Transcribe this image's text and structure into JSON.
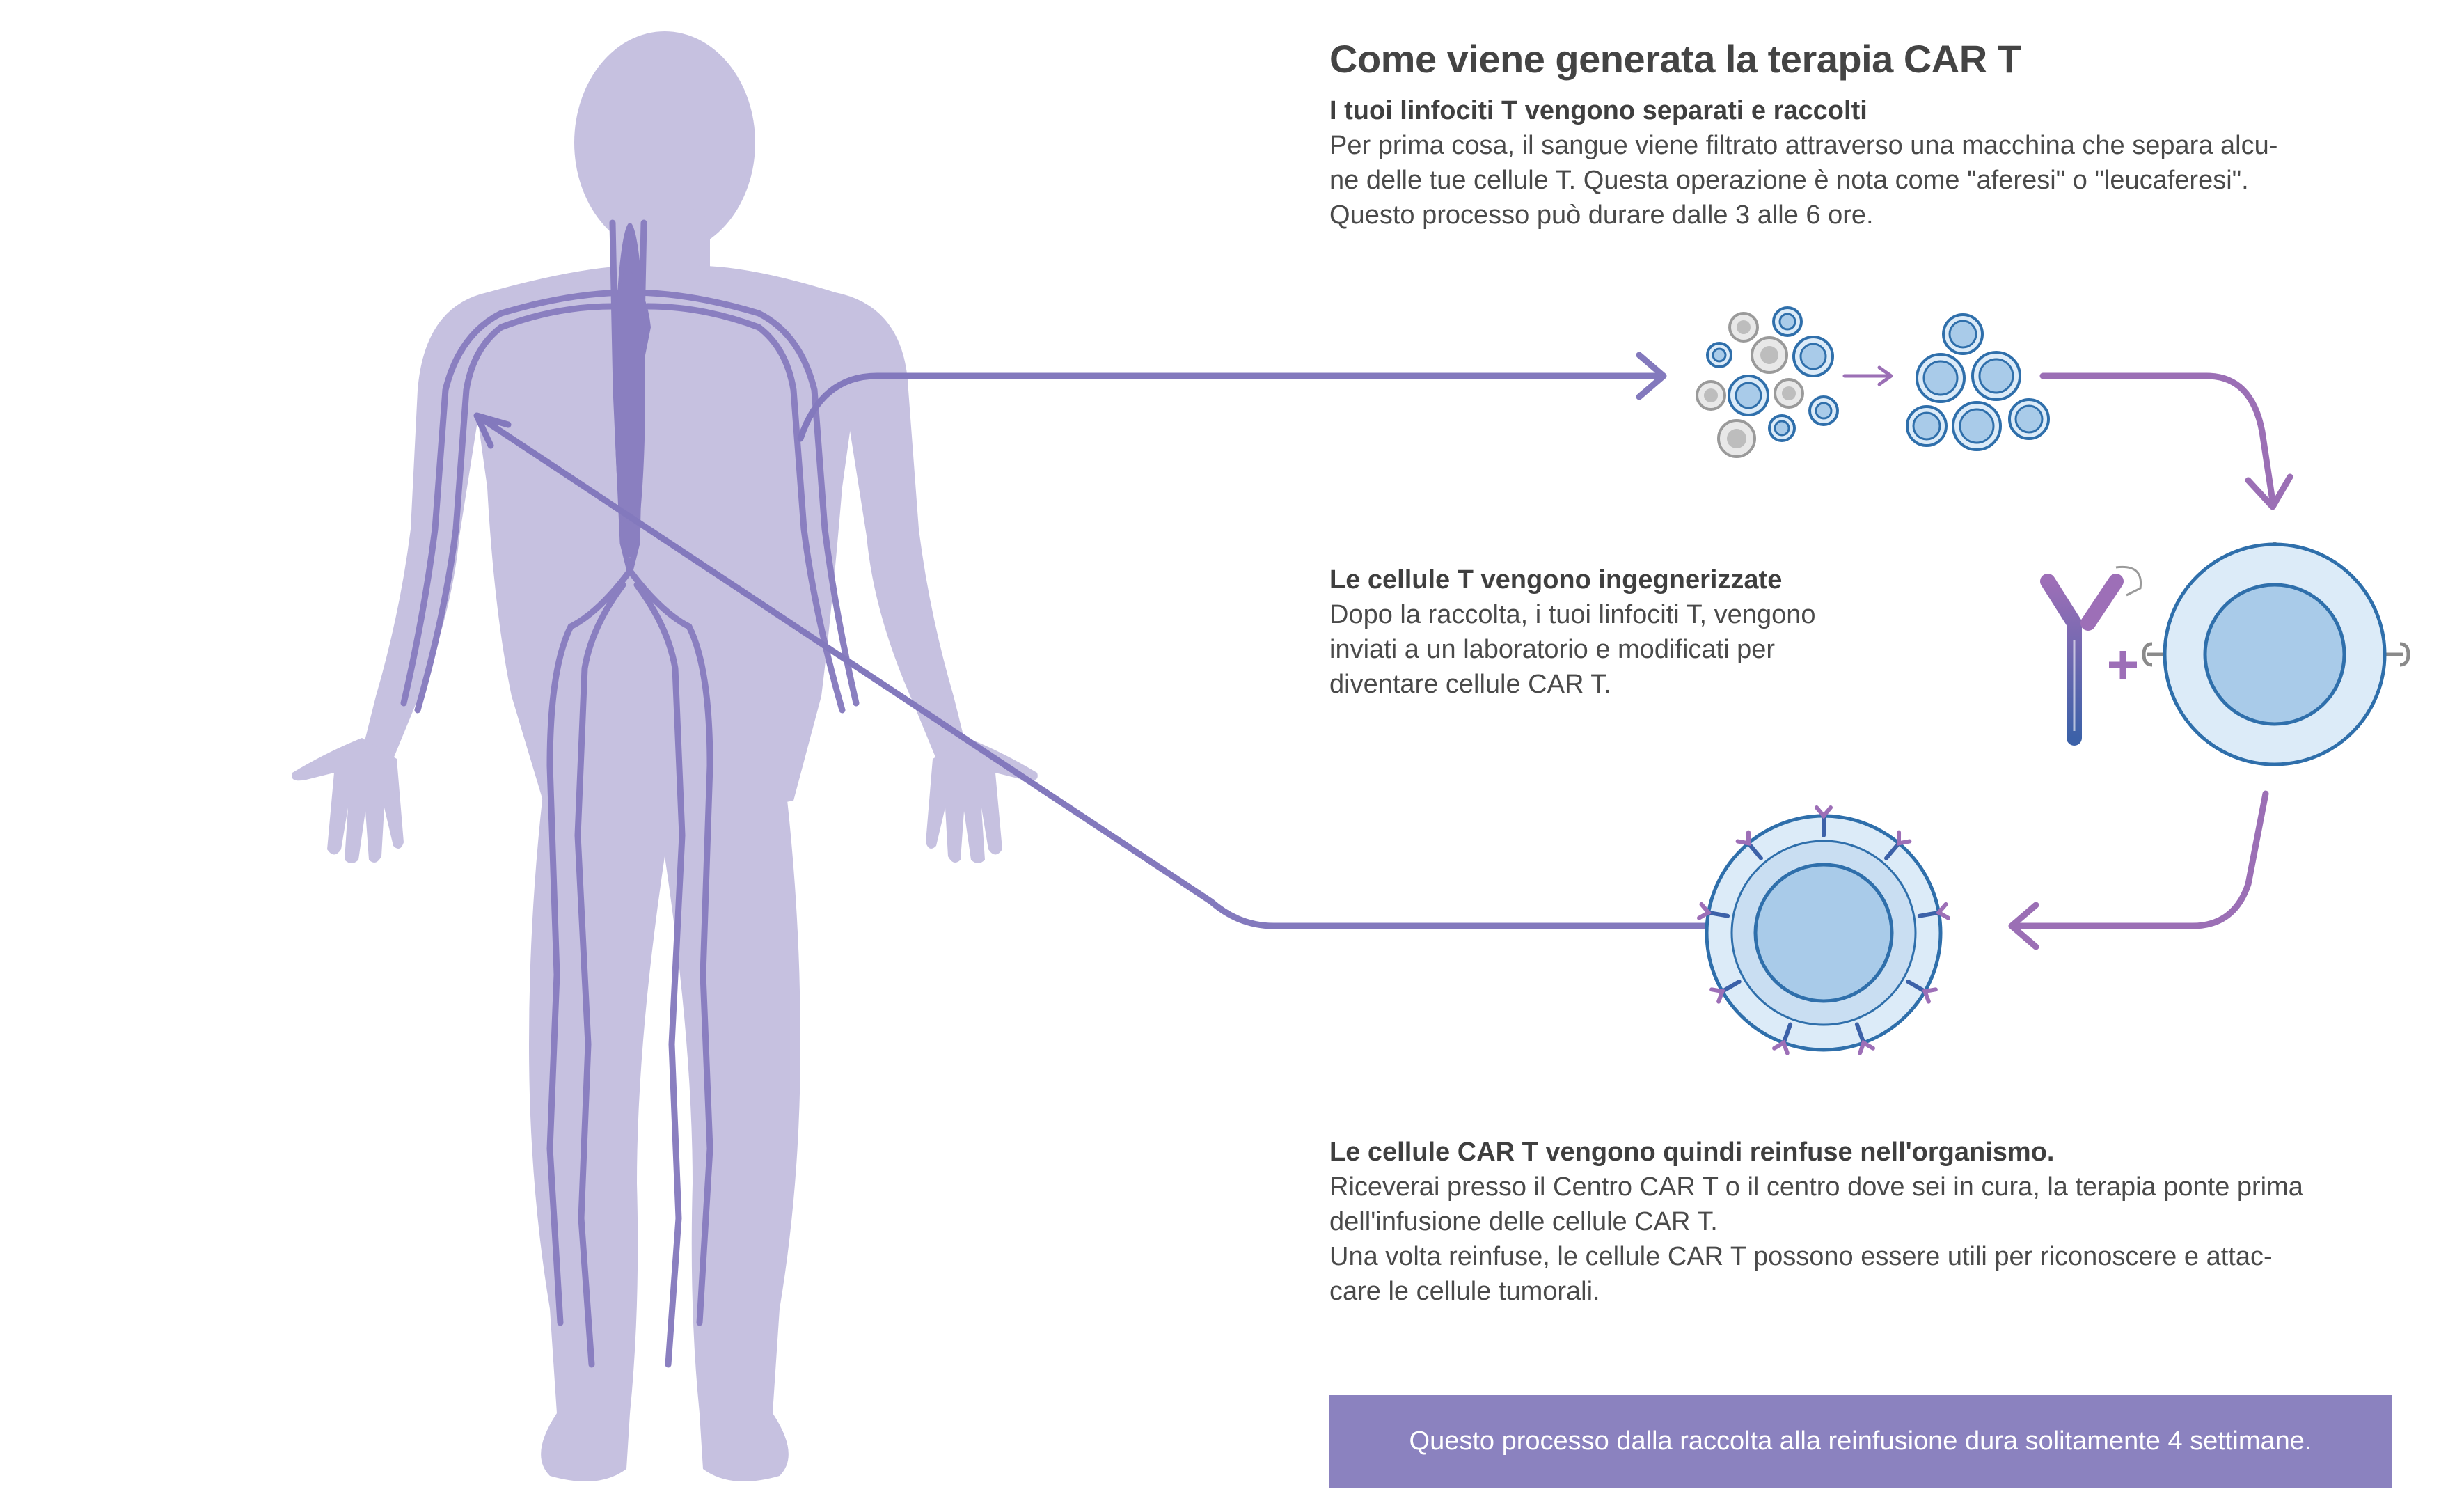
{
  "title": "Come viene generata la terapia CAR T",
  "steps": [
    {
      "heading": "I tuoi linfociti T vengono separati e raccolti",
      "lines": [
        "Per prima cosa, il sangue viene filtrato attraverso una macchina che separa alcu-",
        "ne delle tue cellule T. Questa operazione è nota come \"aferesi\" o \"leucaferesi\".",
        "Questo processo può durare dalle 3 alle 6 ore."
      ]
    },
    {
      "heading": "Le cellule T vengono ingegnerizzate",
      "lines": [
        "Dopo la raccolta, i tuoi linfociti T, vengono",
        "inviati a un laboratorio e modificati per",
        "diventare cellule CAR T."
      ]
    },
    {
      "heading": "Le cellule CAR T vengono quindi reinfuse nell'organismo.",
      "lines": [
        "Riceverai presso il Centro CAR T o il centro dove sei in cura, la terapia ponte prima",
        "dell'infusione delle cellule CAR T.",
        "Una volta reinfuse, le cellule CAR T possono essere utili per riconoscere e attac-",
        "care le cellule tumorali."
      ]
    }
  ],
  "banner": "Questo processo dalla raccolta alla reinfusione dura solitamente 4 settimane.",
  "colors": {
    "body": "#c6c1e0",
    "vessel": "#8a7fc0",
    "arrow": "#8379bd",
    "arrow_purple": "#9b6fb5",
    "cell_fill": "#a9cbe9",
    "cell_stroke": "#2f6fab",
    "grey_cell": "#d7d7d7",
    "banner": "#8b82bf"
  },
  "icons": [
    "human-body-figure",
    "blood-cells-icon",
    "t-cells-icon",
    "antibody-icon",
    "plus-icon",
    "t-cell-receptor-icon",
    "car-t-cell-icon"
  ]
}
